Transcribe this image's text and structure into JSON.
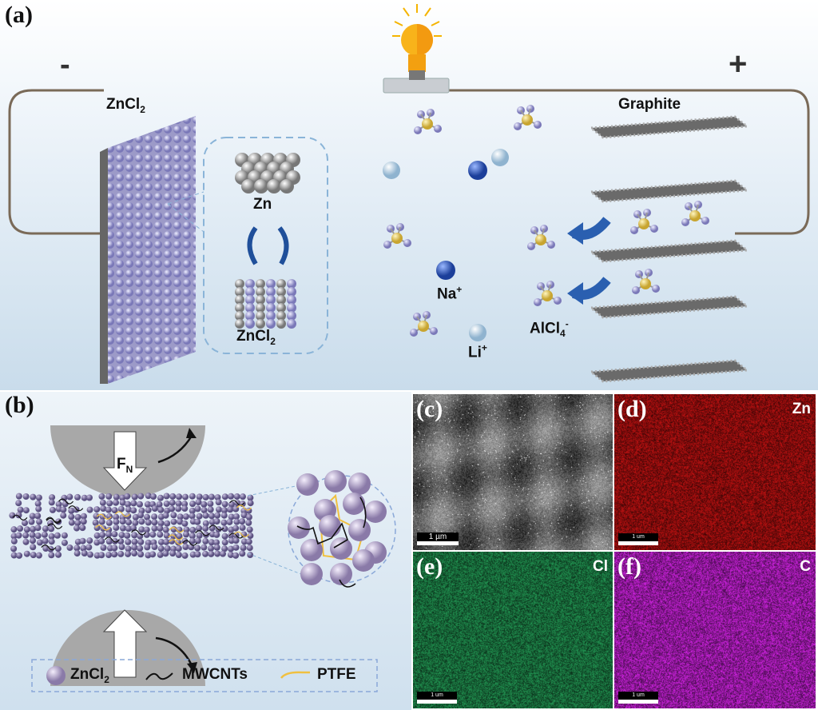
{
  "panel_a": {
    "label": "(a)",
    "minus": "-",
    "plus": "+",
    "anode": {
      "base": "ZnCl",
      "sub": "2"
    },
    "cathode": "Graphite",
    "inset_top": "Zn",
    "inset_bottom": {
      "base": "ZnCl",
      "sub": "2"
    },
    "sodium": {
      "base": "Na",
      "sup": "+"
    },
    "lithium": {
      "base": "Li",
      "sup": "+"
    },
    "anion": {
      "base": "AlCl",
      "sub": "4",
      "sup": "-"
    }
  },
  "panel_b": {
    "label": "(b)",
    "force": {
      "base": "F",
      "sub": "N"
    },
    "legend": [
      {
        "base": "ZnCl",
        "sub": "2"
      },
      {
        "base": "MWCNTs"
      },
      {
        "base": "PTFE"
      }
    ]
  },
  "panel_c": {
    "label": "(c)",
    "scale_bar": "1 µm"
  },
  "panel_d": {
    "label": "(d)",
    "element": "Zn",
    "scale_bar": "1 um",
    "color": "#b01010"
  },
  "panel_e": {
    "label": "(e)",
    "element": "Cl",
    "scale_bar": "1 um",
    "color": "#1f8a4c"
  },
  "panel_f": {
    "label": "(f)",
    "element": "C",
    "scale_bar": "1 um",
    "color": "#c020d0"
  }
}
